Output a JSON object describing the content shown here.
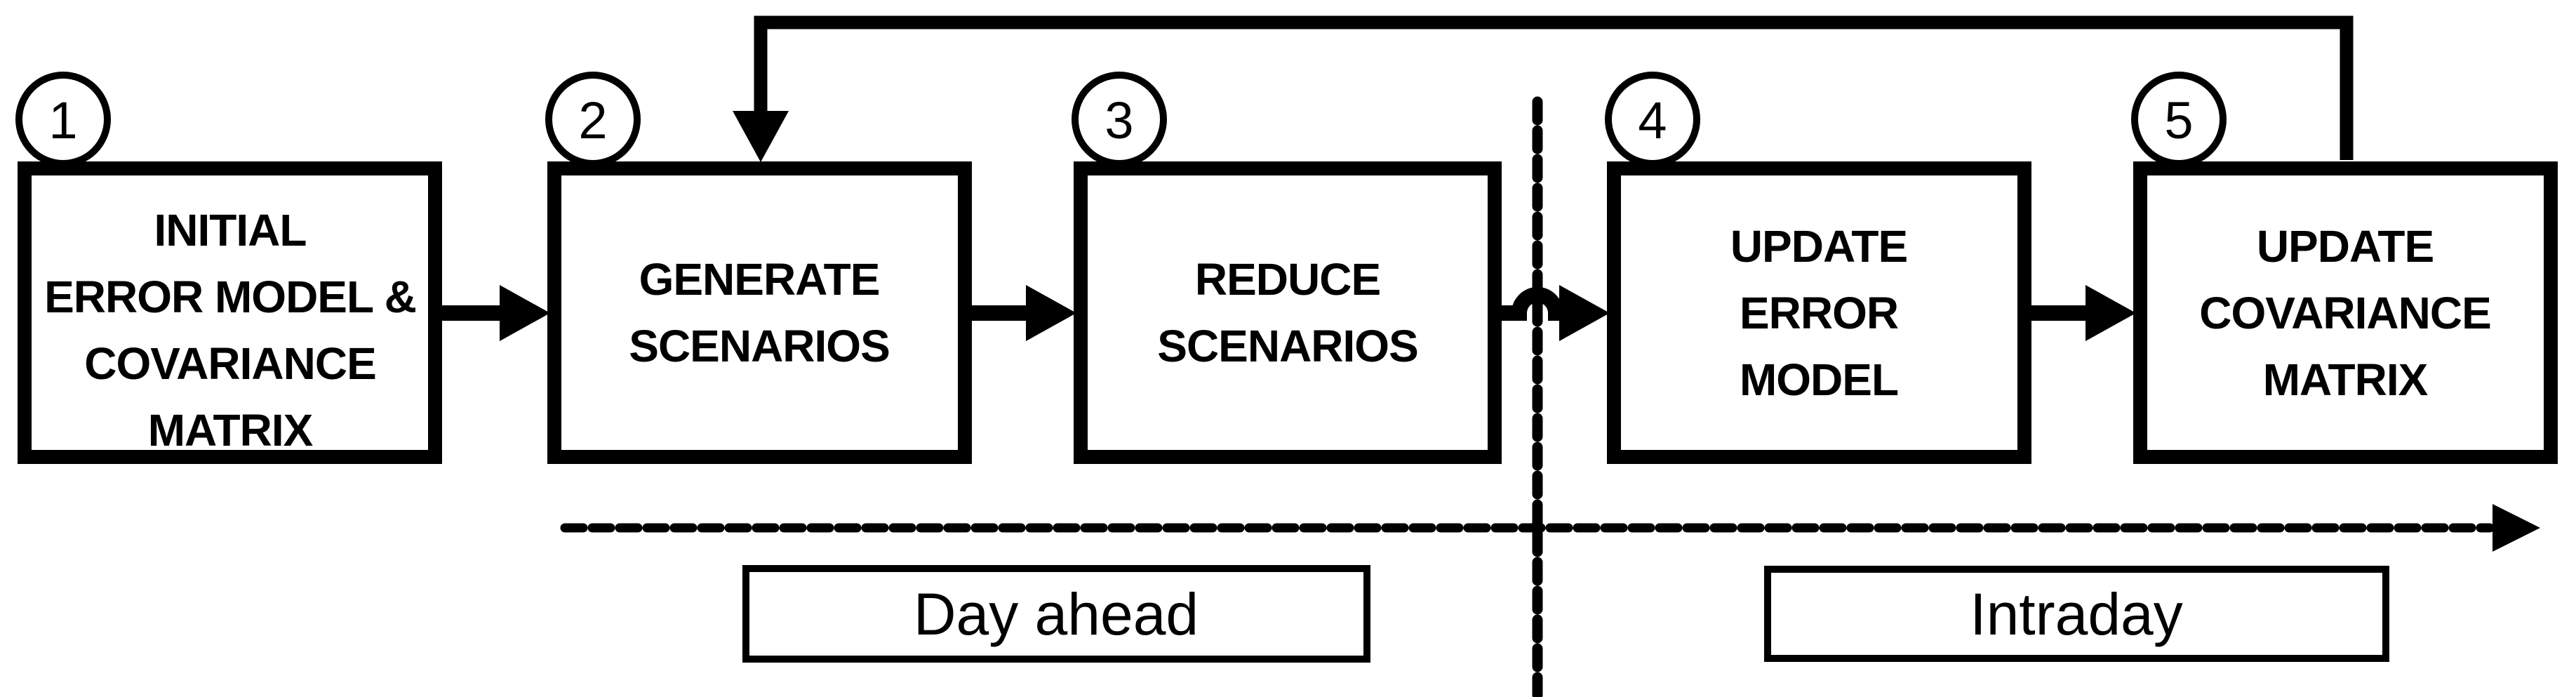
{
  "steps": [
    {
      "number": "1",
      "lines": [
        "INITIAL",
        "ERROR MODEL &",
        "COVARIANCE",
        "MATRIX"
      ]
    },
    {
      "number": "2",
      "lines": [
        "GENERATE",
        "SCENARIOS"
      ]
    },
    {
      "number": "3",
      "lines": [
        "REDUCE",
        "SCENARIOS"
      ]
    },
    {
      "number": "4",
      "lines": [
        "UPDATE",
        "ERROR",
        "MODEL"
      ]
    },
    {
      "number": "5",
      "lines": [
        "UPDATE",
        "COVARIANCE",
        "MATRIX"
      ]
    }
  ],
  "phases": [
    {
      "label": "Day ahead"
    },
    {
      "label": "Intraday"
    }
  ],
  "connections": [
    {
      "from": "1",
      "to": "2",
      "style": "solid-arrow"
    },
    {
      "from": "2",
      "to": "3",
      "style": "solid-arrow"
    },
    {
      "from": "3",
      "to": "4",
      "style": "solid-arrow-hop-over-divider"
    },
    {
      "from": "4",
      "to": "5",
      "style": "solid-arrow"
    },
    {
      "from": "5",
      "to": "2",
      "style": "feedback-loop-over-top"
    }
  ],
  "colors": {
    "line": "#000000",
    "background": "#ffffff"
  }
}
